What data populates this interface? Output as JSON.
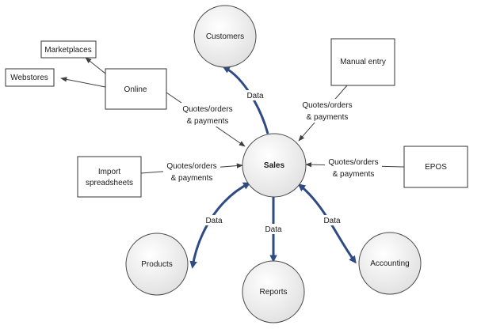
{
  "nodes": {
    "sales": "Sales",
    "customers": "Customers",
    "products": "Products",
    "reports": "Reports",
    "accounting": "Accounting",
    "online": "Online",
    "marketplaces": "Marketplaces",
    "webstores": "Webstores",
    "manual_entry": "Manual entry",
    "import_line1": "Import",
    "import_line2": "spreadsheets",
    "epos": "EPOS"
  },
  "edge_labels": {
    "data_customers": "Data",
    "data_products": "Data",
    "data_reports": "Data",
    "data_accounting": "Data",
    "online_line1": "Quotes/orders",
    "online_line2": "& payments",
    "manual_line1": "Quotes/orders",
    "manual_line2": "& payments",
    "import_line1": "Quotes/orders",
    "import_line2": "& payments",
    "epos_line1": "Quotes/orders",
    "epos_line2": "& payments"
  },
  "colors": {
    "data_edge": "#2f4b86",
    "flow_edge": "#404040",
    "circle_fill_top": "#ffffff",
    "circle_fill_bottom": "#e2e2e2"
  }
}
